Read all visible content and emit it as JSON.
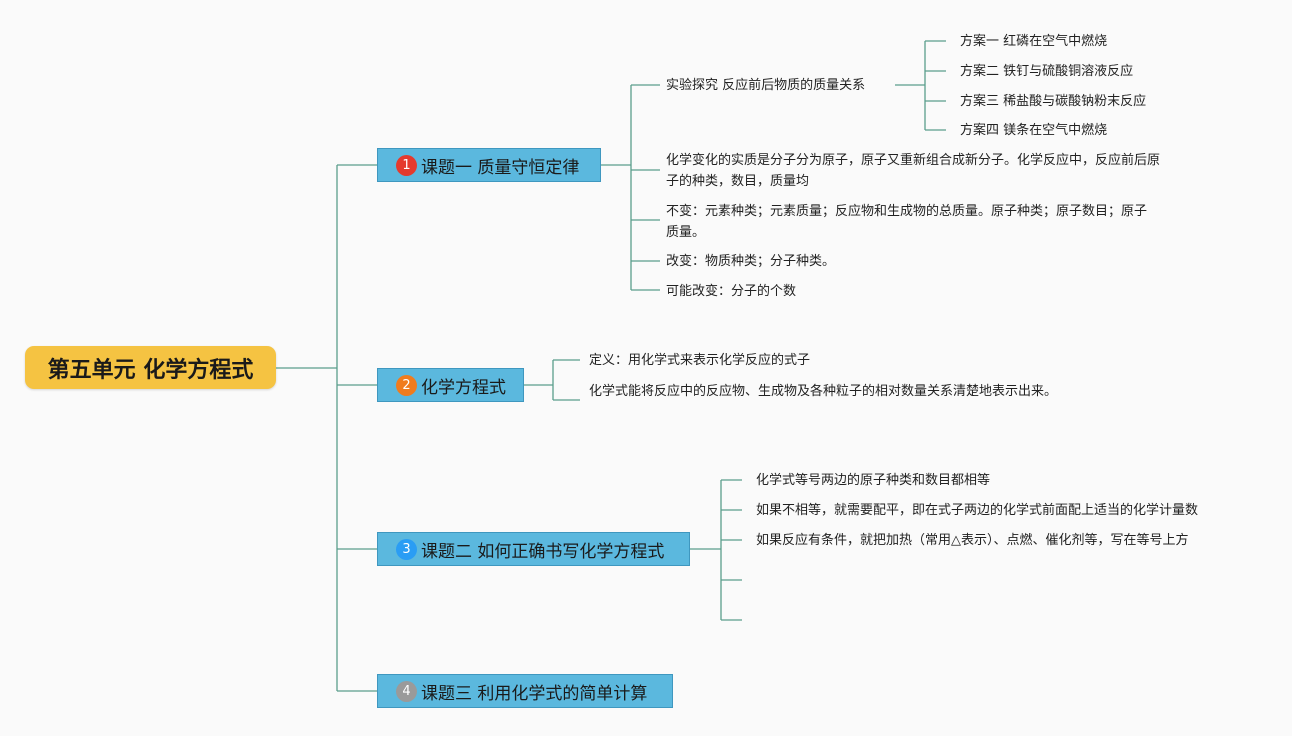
{
  "root": {
    "title": "第五单元 化学方程式"
  },
  "topics": [
    {
      "badge": "1",
      "badge_color": "#e53a2e",
      "label": "课题一 质量守恒定律"
    },
    {
      "badge": "2",
      "badge_color": "#f07c1e",
      "label": "化学方程式"
    },
    {
      "badge": "3",
      "badge_color": "#2a9df4",
      "label": "课题二 如何正确书写化学方程式"
    },
    {
      "badge": "4",
      "badge_color": "#9a9a9a",
      "label": "课题三 利用化学式的简单计算"
    }
  ],
  "topic1": {
    "experiment": "实验探究 反应前后物质的质量关系",
    "plans": [
      "方案一 红磷在空气中燃烧",
      "方案二 铁钉与硫酸铜溶液反应",
      "方案三 稀盐酸与碳酸钠粉末反应",
      "方案四 镁条在空气中燃烧"
    ],
    "essence": "化学变化的实质是分子分为原子，原子又重新组合成新分子。化学反应中，反应前后原子的种类，数目，质量均",
    "unchanged": "不变：元素种类；元素质量；反应物和生成物的总质量。原子种类；原子数目；原子质量。",
    "changed": "改变：物质种类；分子种类。",
    "maybe": "可能改变：分子的个数"
  },
  "topic2": {
    "definition": "定义：用化学式来表示化学反应的式子",
    "meaning": "化学式能将反应中的反应物、生成物及各种粒子的相对数量关系清楚地表示出来。"
  },
  "topic3": {
    "items": [
      "化学式等号两边的原子种类和数目都相等",
      "如果不相等，就需要配平，即在式子两边的化学式前面配上适当的化学计量数",
      "如果反应有条件，就把加热（常用△表示）、点燃、催化剂等，写在等号上方"
    ]
  },
  "colors": {
    "line": "#5a9e8c",
    "topic_bg": "#5bb8de",
    "root_bg": "#f5c342"
  }
}
